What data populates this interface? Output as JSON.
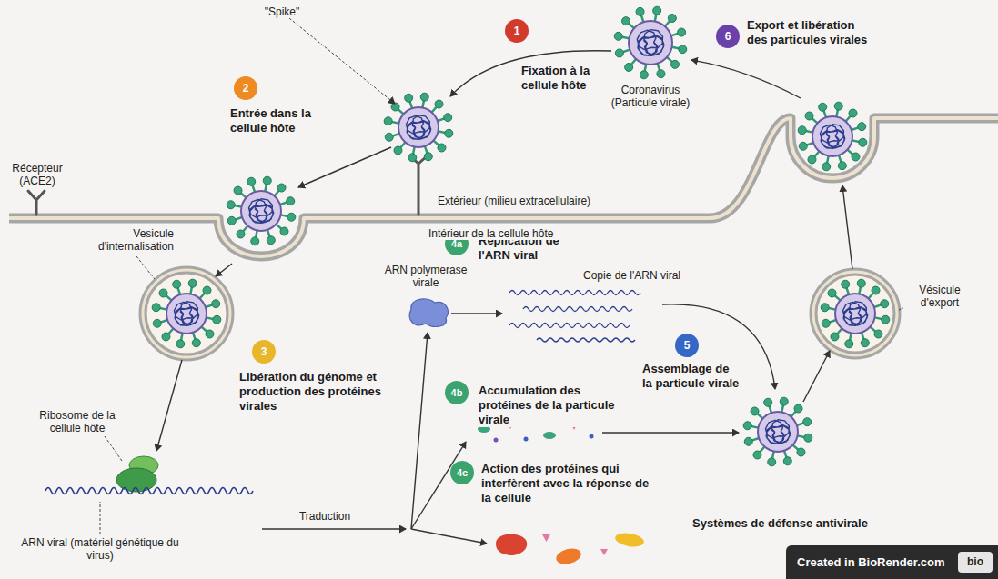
{
  "diagram": {
    "nodes": [
      {
        "text": [
          "1",
          "Fixation à la cellule hôte"
        ]
      },
      {
        "text": [
          "2",
          "Entrée dans la cellule hôte"
        ]
      },
      {
        "text": [
          "3",
          "Libération du génome et production des protéines virales"
        ]
      },
      {
        "text": [
          "4a",
          "Replication de l'ARN viral"
        ]
      },
      {
        "text": [
          "4b",
          "Accumulation des protéines de la particule virale"
        ]
      },
      {
        "text": [
          "4c",
          "Action des protéines qui interfèrent avec la réponse de la cellule"
        ]
      },
      {
        "text": [
          "5",
          "Assemblage de la particule virale"
        ]
      },
      {
        "text": [
          "6",
          "Export et libération des particules virales"
        ]
      },
      {
        "text": [
          "Created in BioRender.com"
        ]
      },
      {
        "text": [
          "bio"
        ],
        "in": 8
      }
    ],
    "labels": [
      "\"Spike\"",
      "Coronavirus (Particule virale)",
      "Récepteur (ACE2)",
      "Extérieur (milieu extracellulaire)",
      "Intérieur de la cellule hôte",
      "Vesicule d'internalisation",
      "ARN polymerase virale",
      "Copie de l'ARN viral",
      "Ribosome de la cellule hôte",
      "Traduction",
      "ARN viral (matériel génétique du virus)",
      "Vésicule d'export",
      "Systèmes de défense antivirale"
    ]
  }
}
